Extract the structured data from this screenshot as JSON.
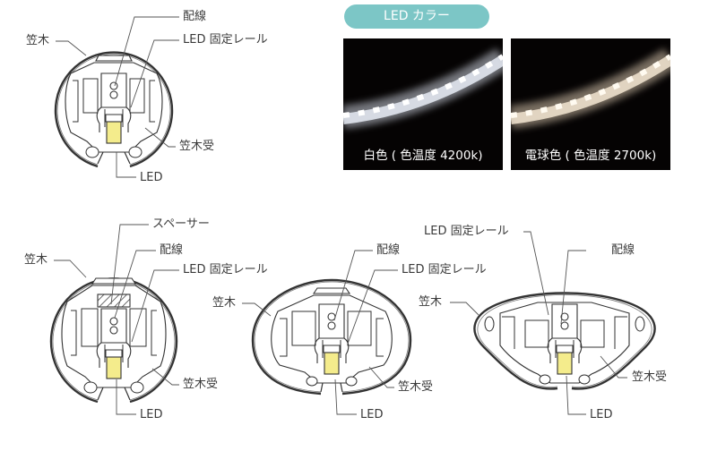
{
  "led_color_section": {
    "title": "LED カラー",
    "accent_color": "#7cc6c6",
    "swatches": [
      {
        "caption": "白色 ( 色温度 4200k)",
        "light_color": "#f4f6ff"
      },
      {
        "caption": "電球色 ( 色温度 2700k)",
        "light_color": "#fff1dc"
      }
    ]
  },
  "diagrams": [
    {
      "shape": "round",
      "labels": {
        "wiring": "配線",
        "rail": "LED 固定レール",
        "handrail": "笠木",
        "handrail_holder": "笠木受",
        "led": "LED"
      }
    },
    {
      "shape": "round-with-spacer",
      "labels": {
        "spacer": "スペーサー",
        "wiring": "配線",
        "rail": "LED 固定レール",
        "handrail": "笠木",
        "handrail_holder": "笠木受",
        "led": "LED"
      }
    },
    {
      "shape": "oval",
      "labels": {
        "wiring": "配線",
        "rail": "LED 固定レール",
        "handrail": "笠木",
        "handrail_holder": "笠木受",
        "led": "LED"
      }
    },
    {
      "shape": "triangular",
      "labels": {
        "rail": "LED 固定レール",
        "wiring": "配線",
        "handrail": "笠木",
        "handrail_holder": "笠木受",
        "led": "LED"
      }
    }
  ],
  "led_fill_color": "#f4ec8c"
}
